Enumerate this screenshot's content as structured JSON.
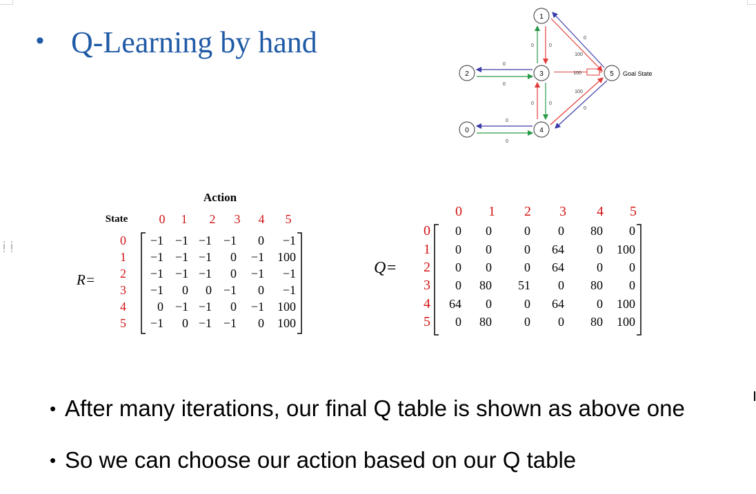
{
  "slide": {
    "title_bullet": "•",
    "title": "Q-Learning by hand",
    "bullets": [
      {
        "dot": "•",
        "text": "After many iterations, our final Q table is shown as above one"
      },
      {
        "dot": "•",
        "text": "So we can choose our action based on our Q table"
      }
    ]
  },
  "graph": {
    "nodes": [
      "0",
      "1",
      "2",
      "3",
      "4",
      "5"
    ],
    "goal_label": "Goal State",
    "edge_labels": {
      "n2_top": "0",
      "n2_bottom": "0",
      "n0_top": "0",
      "n0_bottom": "0",
      "n1_3_left": "0",
      "n1_3_right": "0",
      "n3_4_left": "0",
      "n3_4_right": "0",
      "n1_5_blue": "0",
      "n1_5_red": "100",
      "n3_5": "100",
      "n4_5_red": "100",
      "n4_5_blue": "0"
    }
  },
  "r_matrix": {
    "label": "R=",
    "action_header": "Action",
    "state_header": "State",
    "col_labels": [
      "0",
      "1",
      "2",
      "3",
      "4",
      "5"
    ],
    "row_labels": [
      "0",
      "1",
      "2",
      "3",
      "4",
      "5"
    ],
    "rows": [
      [
        "−1",
        "−1",
        "−1",
        "−1",
        "0",
        "−1"
      ],
      [
        "−1",
        "−1",
        "−1",
        "0",
        "−1",
        "100"
      ],
      [
        "−1",
        "−1",
        "−1",
        "0",
        "−1",
        "−1"
      ],
      [
        "−1",
        "0",
        "0",
        "−1",
        "0",
        "−1"
      ],
      [
        "0",
        "−1",
        "−1",
        "0",
        "−1",
        "100"
      ],
      [
        "−1",
        "0",
        "−1",
        "−1",
        "0",
        "100"
      ]
    ]
  },
  "q_matrix": {
    "label": "Q=",
    "col_labels": [
      "0",
      "1",
      "2",
      "3",
      "4",
      "5"
    ],
    "row_labels": [
      "0",
      "1",
      "2",
      "3",
      "4",
      "5"
    ],
    "rows": [
      [
        "0",
        "0",
        "0",
        "0",
        "80",
        "0"
      ],
      [
        "0",
        "0",
        "0",
        "64",
        "0",
        "100"
      ],
      [
        "0",
        "0",
        "0",
        "64",
        "0",
        "0"
      ],
      [
        "0",
        "80",
        "51",
        "0",
        "80",
        "0"
      ],
      [
        "64",
        "0",
        "0",
        "64",
        "0",
        "100"
      ],
      [
        "0",
        "80",
        "0",
        "0",
        "80",
        "100"
      ]
    ]
  },
  "colors": {
    "title": "#1f5aa6",
    "red_label": "#d31313",
    "edge_red": "#e23a3a",
    "edge_blue": "#3a3aa8",
    "edge_green": "#2a9a4a"
  }
}
